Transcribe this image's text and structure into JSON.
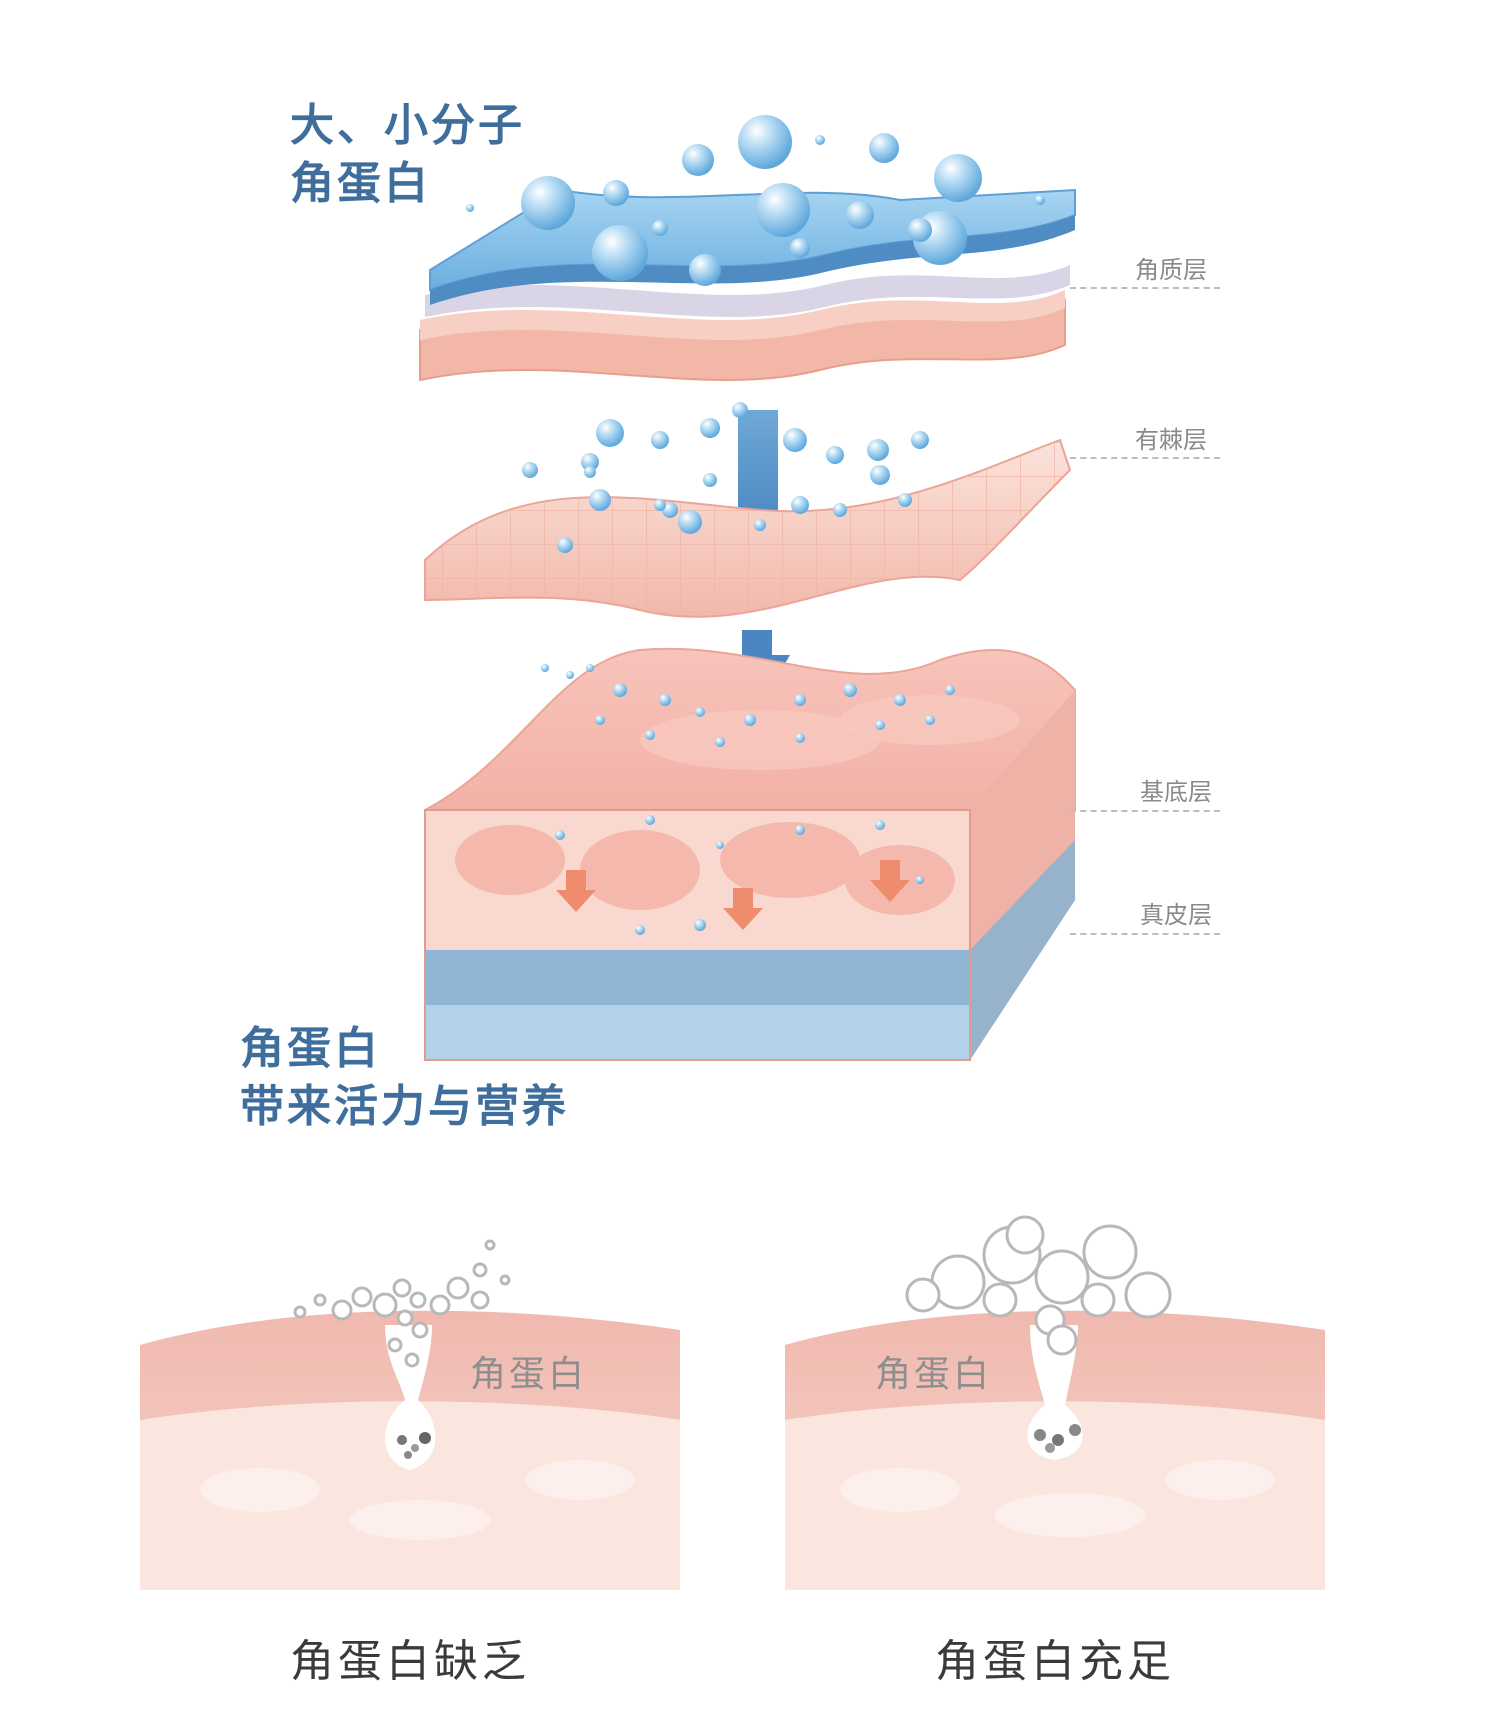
{
  "headline_top": {
    "line1": "大、小分子",
    "line2": "角蛋白"
  },
  "headline_bottom": {
    "line1": "角蛋白",
    "line2": "带来活力与营养"
  },
  "layers": {
    "stratum_corneum": "角质层",
    "spinous": "有棘层",
    "basal": "基底层",
    "dermis": "真皮层"
  },
  "panels": {
    "left": {
      "label": "角蛋白",
      "caption": "角蛋白缺乏"
    },
    "right": {
      "label": "角蛋白",
      "caption": "角蛋白充足"
    }
  },
  "colors": {
    "headline_blue": "#3f6d9c",
    "bubble_blue": "#9ccdee",
    "skin_pink": "#f6cfc7",
    "dermis_blue": "#8fb6d4"
  }
}
